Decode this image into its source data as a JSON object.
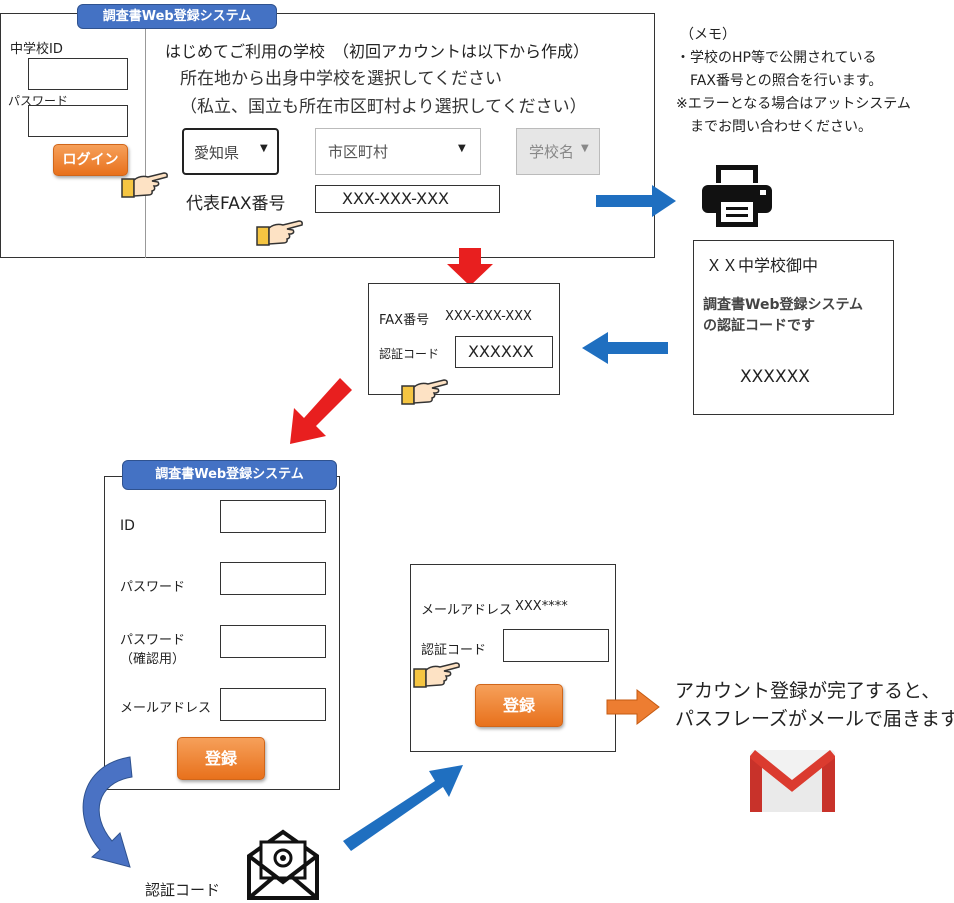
{
  "top_system": {
    "tag": "調査書Web登録システム",
    "id_label": "中学校ID",
    "password_label": "パスワード",
    "login_button": "ログイン",
    "first_use_heading": "はじめてご利用の学校　（初回アカウントは以下から作成）",
    "instruction_line1": "所在地から出身中学校を選択してください",
    "instruction_line2": "（私立、国立も所在市区町村より選択してください）",
    "prefecture_value": "愛知県",
    "city_placeholder": "市区町村",
    "school_placeholder": "学校名",
    "fax_label": "代表FAX番号",
    "fax_value": "XXX-XXX-XXX"
  },
  "memo": {
    "title": "（メモ）",
    "line1": "・学校のHP等で公開されている",
    "line2": "FAX番号との照合を行います。",
    "line3": "※エラーとなる場合はアットシステム",
    "line4": "までお問い合わせください。"
  },
  "fax_sheet": {
    "recipient": "ＸＸ中学校御中",
    "body_line1": "調査書Web登録システム",
    "body_line2": "の認証コードです",
    "code": "XXXXXX"
  },
  "auth_box": {
    "fax_label": "FAX番号",
    "fax_value": "XXX-XXX-XXX",
    "code_label": "認証コード",
    "code_value": "XXXXXX"
  },
  "register_form": {
    "tag": "調査書Web登録システム",
    "id_label": "ID",
    "password_label": "パスワード",
    "password_confirm_label1": "パスワード",
    "password_confirm_label2": "（確認用）",
    "email_label": "メールアドレス",
    "register_button": "登録"
  },
  "mail_verify": {
    "email_label": "メールアドレス",
    "email_value": "XXX****",
    "code_label": "認証コード",
    "register_button": "登録"
  },
  "completion": {
    "line1": "アカウント登録が完了すると、",
    "line2": "パスフレーズがメールで届きます"
  },
  "email_code_caption": "認証コード",
  "colors": {
    "blue_arrow": "#1f6fc0",
    "red_arrow": "#e81f1f",
    "orange_button": "#ed7d31",
    "tag_blue": "#4472c4"
  },
  "icons": [
    "printer-icon",
    "pointing-hand-icon",
    "envelope-at-icon",
    "gmail-icon"
  ]
}
